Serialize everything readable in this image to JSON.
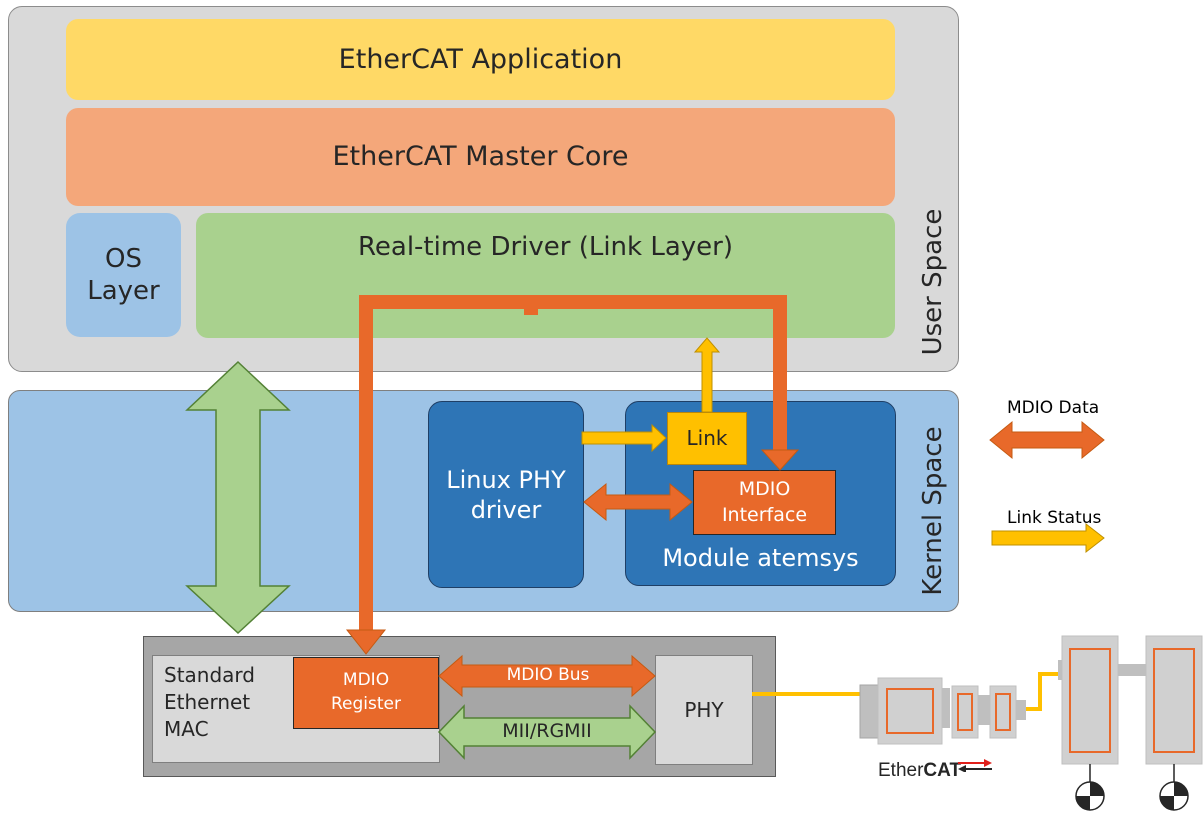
{
  "user_space": {
    "label": "User Space",
    "application": "EtherCAT Application",
    "master_core": "EtherCAT Master Core",
    "os_layer": "OS\nLayer",
    "link_layer": "Real-time Driver (Link Layer)"
  },
  "kernel_space": {
    "label": "Kernel Space",
    "phy_driver": "Linux PHY\ndriver",
    "module": "Module atemsys",
    "link": "Link",
    "mdio_interface": "MDIO\nInterface"
  },
  "hardware": {
    "mac": "Standard\nEthernet\nMAC",
    "mdio_register": "MDIO\nRegister",
    "mdio_bus": "MDIO Bus",
    "mii": "MII/RGMII",
    "phy": "PHY"
  },
  "legend": {
    "mdio_data": "MDIO Data",
    "link_status": "Link Status"
  },
  "logo": {
    "ether": "Ether",
    "cat": "CAT"
  },
  "colors": {
    "mdio_orange": "#e8692a",
    "link_yellow": "#fdbf10",
    "green": "#a9d18e",
    "dark_blue": "#2e75b6",
    "light_blue": "#9dc3e6"
  }
}
